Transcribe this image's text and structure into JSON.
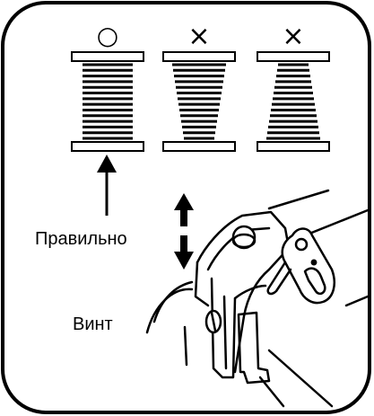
{
  "spools": [
    {
      "mark": "○",
      "label_status": "correct"
    },
    {
      "mark": "×",
      "label_status": "incorrect"
    },
    {
      "mark": "×",
      "label_status": "incorrect"
    }
  ],
  "labels": {
    "correct": "Правильно",
    "screw": "Винт"
  },
  "icons": {
    "up_down_arrow": "up-down-arrow-icon",
    "pointer_arrow": "up-arrow-icon"
  },
  "colors": {
    "ink": "#000000",
    "paper": "#ffffff"
  }
}
